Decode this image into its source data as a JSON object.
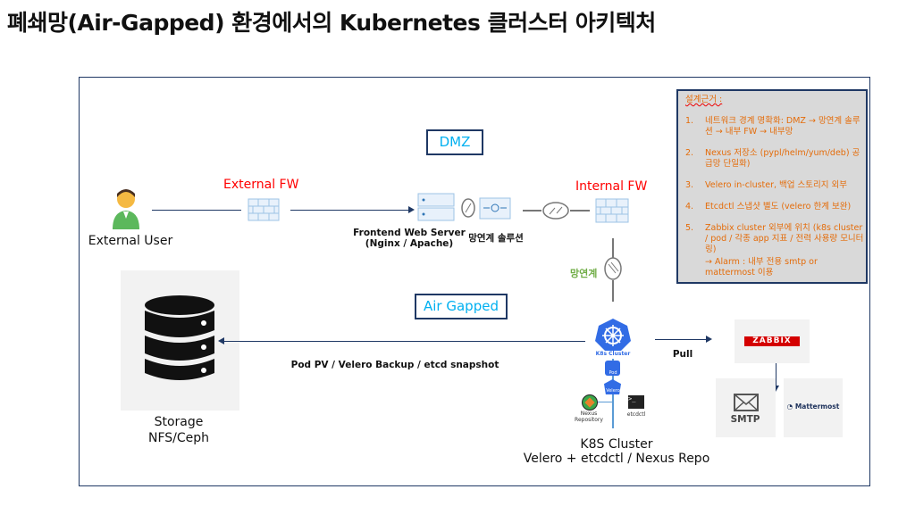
{
  "title": "폐쇄망(Air-Gapped) 환경에서의 Kubernetes 클러스터 아키텍처",
  "notes": {
    "heading": "설계근거 :",
    "items": [
      {
        "num": "1.",
        "text": "네트워크 경계 명확화: DMZ → 망연계 솔루션 → 내부 FW → 내부망"
      },
      {
        "num": "2.",
        "text": "Nexus 저장소 (pypl/helm/yum/deb) 공급망 단일화)"
      },
      {
        "num": "3.",
        "text": "Velero in-cluster, 백업 스토리지 외부"
      },
      {
        "num": "4.",
        "text": "Etcdctl 스냅샷 별도 (velero 한계 보완)"
      },
      {
        "num": "5.",
        "text": "Zabbix cluster 외부에 위치 (k8s cluster / pod / 각종 app 지표 / 전력 사용량 모니터링)"
      }
    ],
    "alarm": "→ Alarm : 내부 전용 smtp or mattermost 이용"
  },
  "zones": {
    "dmz": "DMZ",
    "air_gapped": "Air Gapped"
  },
  "nodes": {
    "external_user": "External User",
    "external_fw": "External FW",
    "internal_fw": "Internal FW",
    "web_server": [
      "Frontend Web Server",
      "(Nginx / Apache)"
    ],
    "gateway_solution": "망연계 솔루션",
    "gateway": "망연계",
    "storage": [
      "Storage",
      "NFS/Ceph"
    ],
    "backup_flow": "Pod PV / Velero Backup / etcd snapshot",
    "k8s_icon": "K8s Cluster",
    "pod_icon": "Pod",
    "velero_icon": "Velero",
    "nexus_icon": "Nexus Repository",
    "etcdctl_icon": "etcdctl",
    "k8s_cluster": [
      "K8S Cluster",
      "Velero + etcdctl / Nexus Repo"
    ],
    "pull": "Pull",
    "zabbix": "ZABBIX",
    "smtp": "SMTP",
    "mattermost": "Mattermost"
  },
  "colors": {
    "accent_navy": "#1f3864",
    "fw_red": "#ff0000",
    "zone_blue": "#00b0f0",
    "notes_orange": "#e46c0a",
    "k8s_blue": "#326ce5",
    "gateway_green": "#70ad47"
  }
}
